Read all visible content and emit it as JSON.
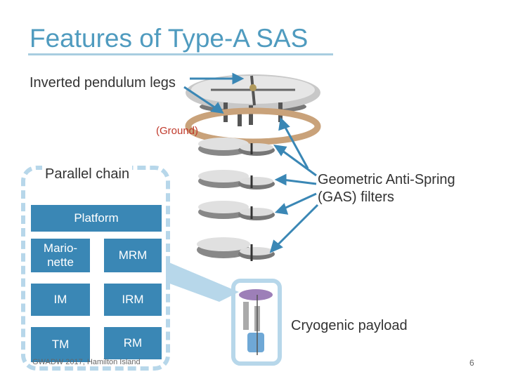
{
  "title": "Features of Type-A SAS",
  "labels": {
    "inverted_pendulum": "Inverted pendulum legs",
    "ground": "(Ground)",
    "parallel_chain": "Parallel chain",
    "gas_filters": "Geometric Anti-Spring (GAS) filters",
    "cryogenic_payload": "Cryogenic payload"
  },
  "chain_blocks": {
    "platform": "Platform",
    "marionette": "Mario-nette",
    "mrm": "MRM",
    "im": "IM",
    "irm": "IRM",
    "tm": "TM",
    "rm": "RM"
  },
  "footer": "GWADW 2017, Hamilton Island",
  "page_number": "6",
  "colors": {
    "title": "#4f9bbf",
    "block": "#3a87b5",
    "arrow": "#3a87b5",
    "ground_ring": "#c9a27a",
    "panel_border": "#b7d7ea"
  }
}
